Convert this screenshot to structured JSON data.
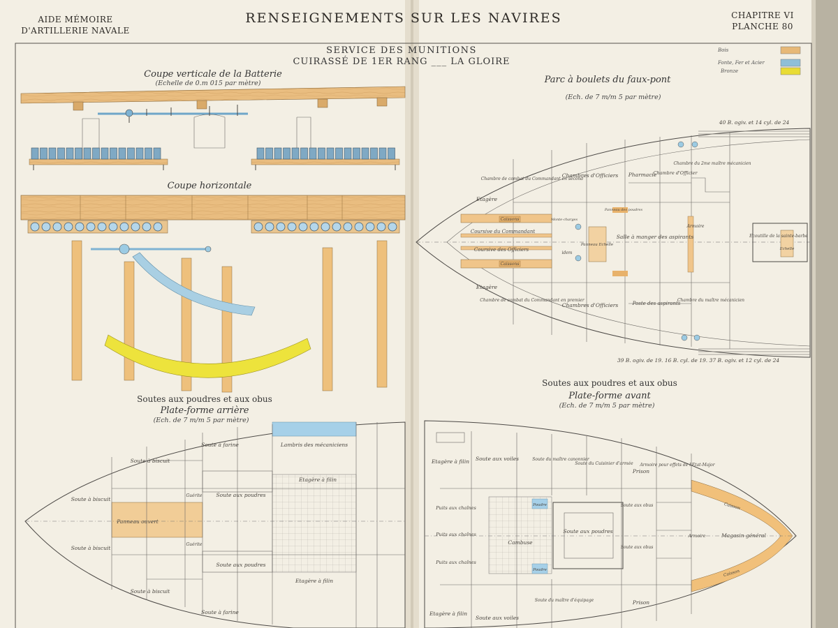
{
  "header": {
    "left_line1": "AIDE MÉMOIRE",
    "left_line2": "D'ARTILLERIE NAVALE",
    "title": "RENSEIGNEMENTS SUR LES NAVIRES",
    "right_line1": "CHAPITRE VI",
    "right_line2": "PLANCHE 80"
  },
  "plate_title": {
    "line1": "SERVICE DES MUNITIONS",
    "line2": "CUIRASSÉ DE 1ER RANG ___ LA GLOIRE"
  },
  "legend": {
    "items": [
      {
        "label": "Bois",
        "color": "#e7b877"
      },
      {
        "label": "Fonte, Fer et Acier",
        "color": "#8fbfd8"
      },
      {
        "label": "Bronze",
        "color": "#e9dc34"
      }
    ]
  },
  "battery": {
    "title": "Coupe verticale de la Batterie",
    "scale": "(Echelle de 0.m 015 par mètre)",
    "horizontal_title": "Coupe horizontale"
  },
  "parc": {
    "title": "Parc à boulets du faux-pont",
    "scale": "(Ech. de 7 m/m 5 par mètre)",
    "note_top": "40 B. ogiv. et 14 cyl. de 24",
    "note_bottom": "39 B. ogiv. de 19. 16 B. cyl. de 19. 37 B. ogiv. et 12 cyl. de 24",
    "labels": {
      "etagere_top": "Etagère",
      "etagere_bottom": "Etagère",
      "caissons_top": "Caissons",
      "caissons_bottom": "Caissons",
      "coursive_cmdt": "Coursive du Commandant",
      "coursive_off": "Coursive des Officiers",
      "chambre_second": "Chambre de combat du Commandant en second",
      "chambre_premier": "Chambre de combat du Commandant en premier",
      "chambres_top": "Chambres d'Officiers",
      "chambres_bottom": "Chambres d'Officiers",
      "pharmacie": "Pharmacie",
      "chambre_officier": "Chambre d'Officier",
      "chambre_2me": "Chambre du 2me maître mécanicien",
      "salle": "Salle à manger des aspirants",
      "poste": "Poste des aspirants",
      "chambre_maitre": "Chambre du maître mécanicien",
      "armoire": "Armoire",
      "ecoutille": "Ecoutille de la sainte-barbe",
      "echelle": "Echelle",
      "panneau": "Panneau Echelle",
      "idem": "idem",
      "panneau_poudres": "Panneau des poudres",
      "monte_charges": "Monte-charges"
    }
  },
  "soutes_arriere": {
    "title": "Soutes aux poudres et aux obus",
    "subtitle": "Plate-forme arrière",
    "scale": "(Ech. de 7 m/m 5 par mètre)",
    "labels": {
      "lambris": "Lambris des mécaniciens",
      "soute_farine": "Soute à farine",
      "soute_biscuit": "Soute à biscuit",
      "soute_poudres": "Soute aux poudres",
      "panneau": "Panneau ouvert",
      "guerite": "Guérite",
      "etagere": "Etagère à filin"
    }
  },
  "soutes_avant": {
    "title": "Soutes aux poudres et aux obus",
    "subtitle": "Plate-forme avant",
    "scale": "(Ech. de 7 m/m 5 par mètre)",
    "labels": {
      "etagere": "Etagère à filin",
      "soute_voiles": "Soute aux voiles",
      "soute_maitre": "Soute du maître canonnier",
      "soute_cuisinier": "Soute du Cuisinier d'armée",
      "prison": "Prison",
      "armoire_officier": "Armoire pour effets de l'Etat-Major",
      "puits": "Puits aux chaînes",
      "soute_poudres": "Soute aux poudres",
      "soute_obus": "Soute aux obus",
      "caisson": "Caisson",
      "magasin": "Magasin général",
      "soute_equipage": "Soute du maître d'équipage",
      "armoire": "Armoire",
      "cambuse": "Cambuse",
      "poudre": "Poudre"
    }
  }
}
